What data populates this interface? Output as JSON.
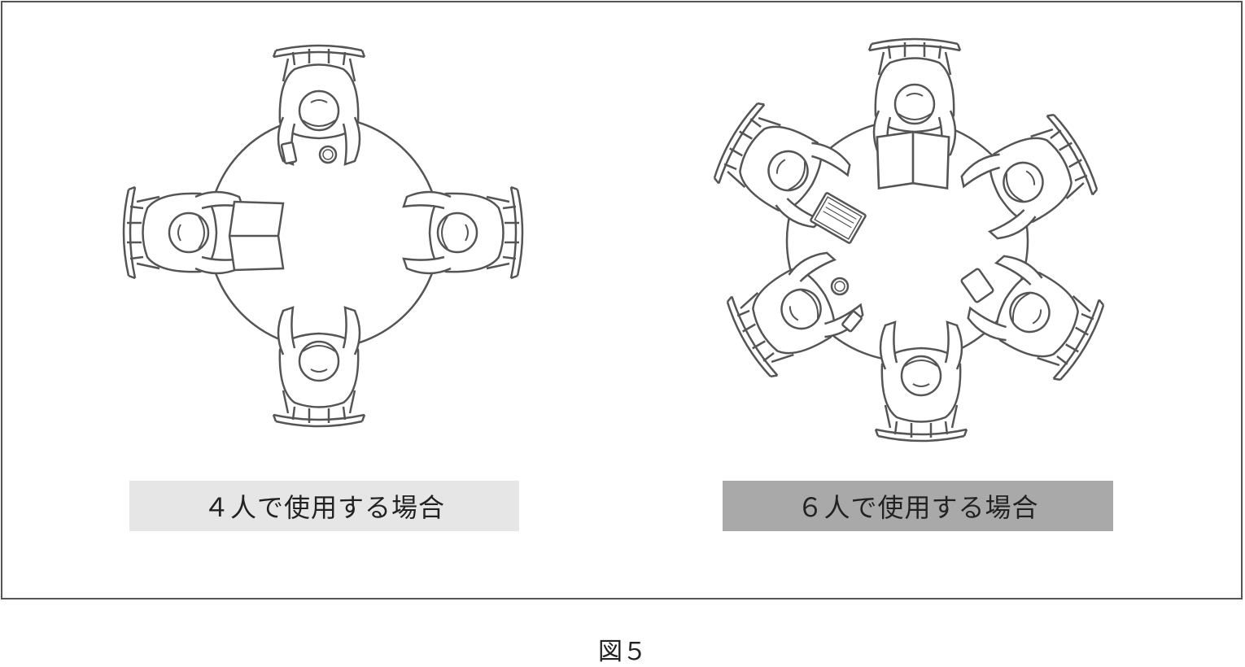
{
  "figure": {
    "left_label": "４人で使用する場合",
    "right_label": "６人で使用する場合",
    "caption": "図５"
  },
  "colors": {
    "line": "#555555",
    "left_label_bg": "#e6e6e6",
    "right_label_bg": "#a9a9a9"
  }
}
